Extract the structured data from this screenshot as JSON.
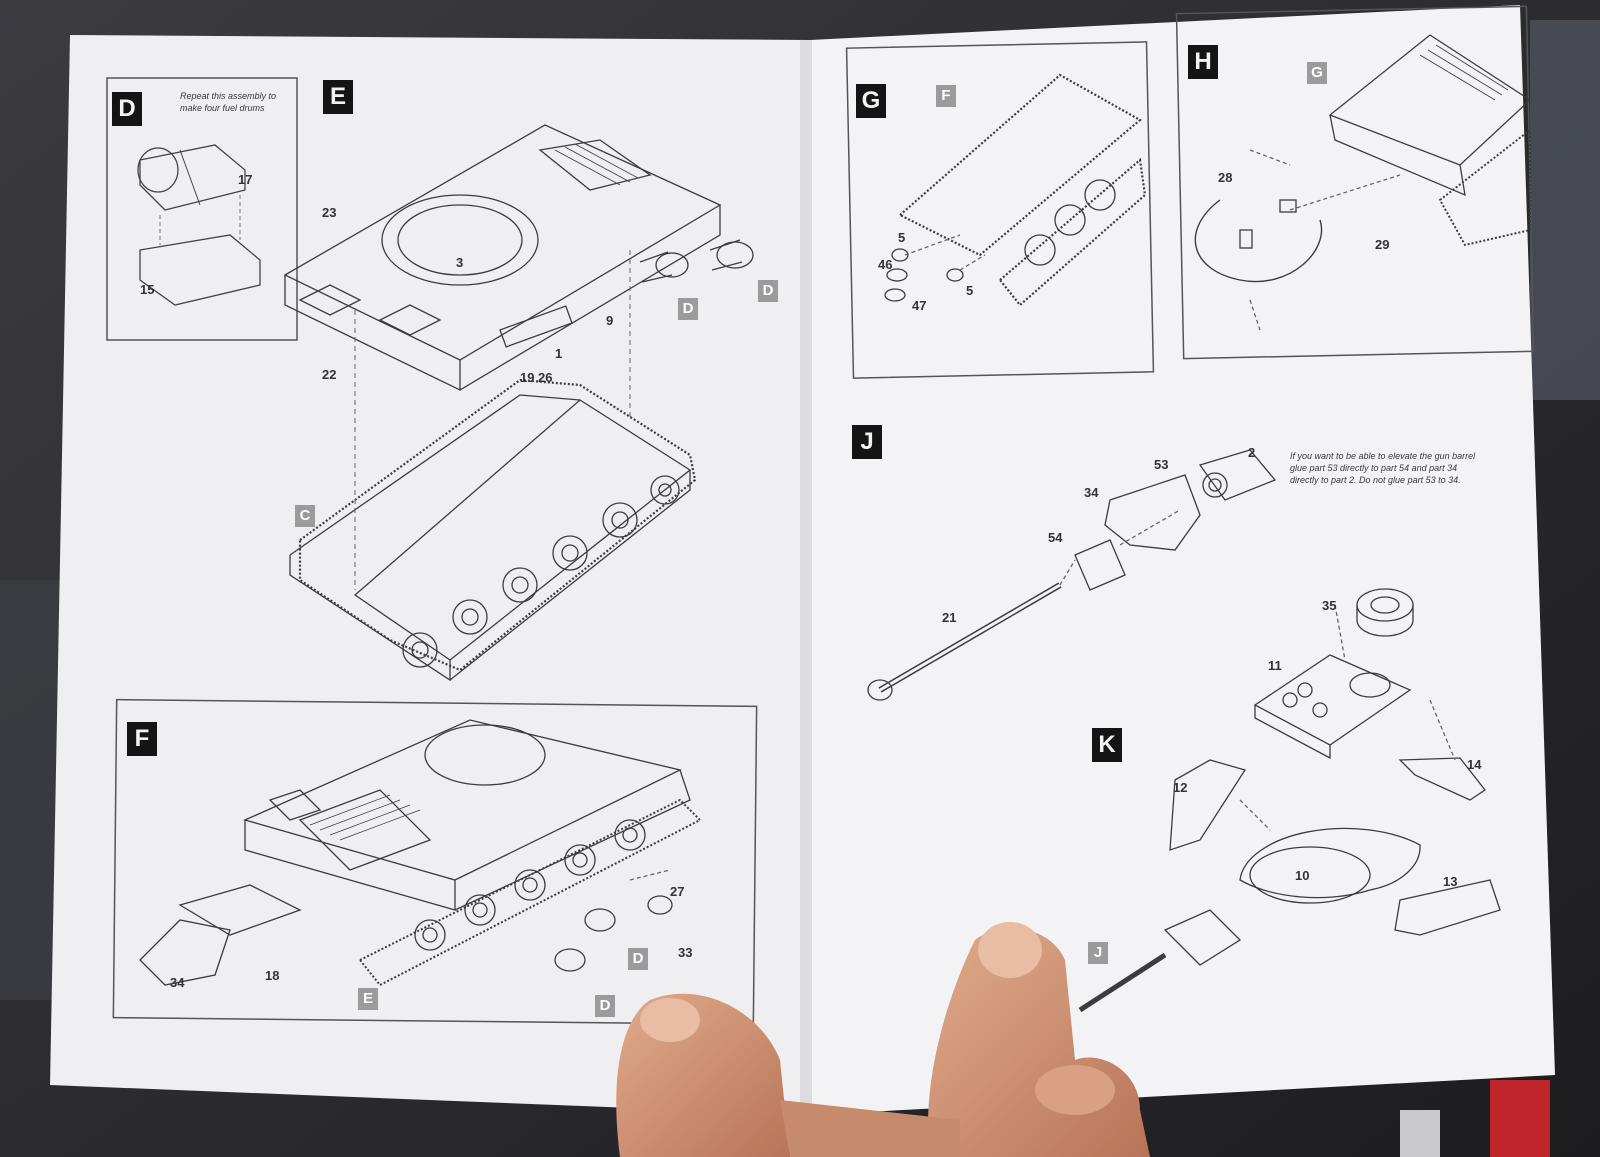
{
  "booklet": {
    "left_page": {
      "step_d": {
        "label": "D",
        "note": "Repeat this assembly to make four fuel drums",
        "parts": [
          "17",
          "15"
        ]
      },
      "step_e": {
        "label": "E",
        "parts": [
          "23",
          "3",
          "9",
          "1",
          "22",
          "19",
          "26"
        ],
        "refs": [
          "D",
          "D",
          "C"
        ]
      },
      "step_f": {
        "label": "F",
        "parts": [
          "27",
          "33",
          "34",
          "18"
        ],
        "refs": [
          "D",
          "D",
          "E"
        ]
      }
    },
    "right_page": {
      "step_g": {
        "label": "G",
        "parts": [
          "5",
          "46",
          "47",
          "5"
        ],
        "refs": [
          "F"
        ]
      },
      "step_h": {
        "label": "H",
        "parts": [
          "28",
          "29"
        ],
        "refs": [
          "G"
        ]
      },
      "step_j": {
        "label": "J",
        "parts": [
          "53",
          "2",
          "34",
          "54",
          "21"
        ],
        "note": "If you want to be able to elevate the gun barrel glue part 53 directly to part 54 and part 34 directly to part 2. Do not glue part 53 to 34."
      },
      "step_k": {
        "label": "K",
        "parts": [
          "35",
          "11",
          "12",
          "14",
          "10",
          "13"
        ],
        "refs": [
          "J"
        ]
      }
    }
  },
  "colors": {
    "paper": "#f1f1f3",
    "ink": "#3a3a3a",
    "step_badge": "#141414",
    "ref_badge": "#9b9b9b",
    "skin": "#c98f72",
    "background": "#2a2a2c"
  }
}
